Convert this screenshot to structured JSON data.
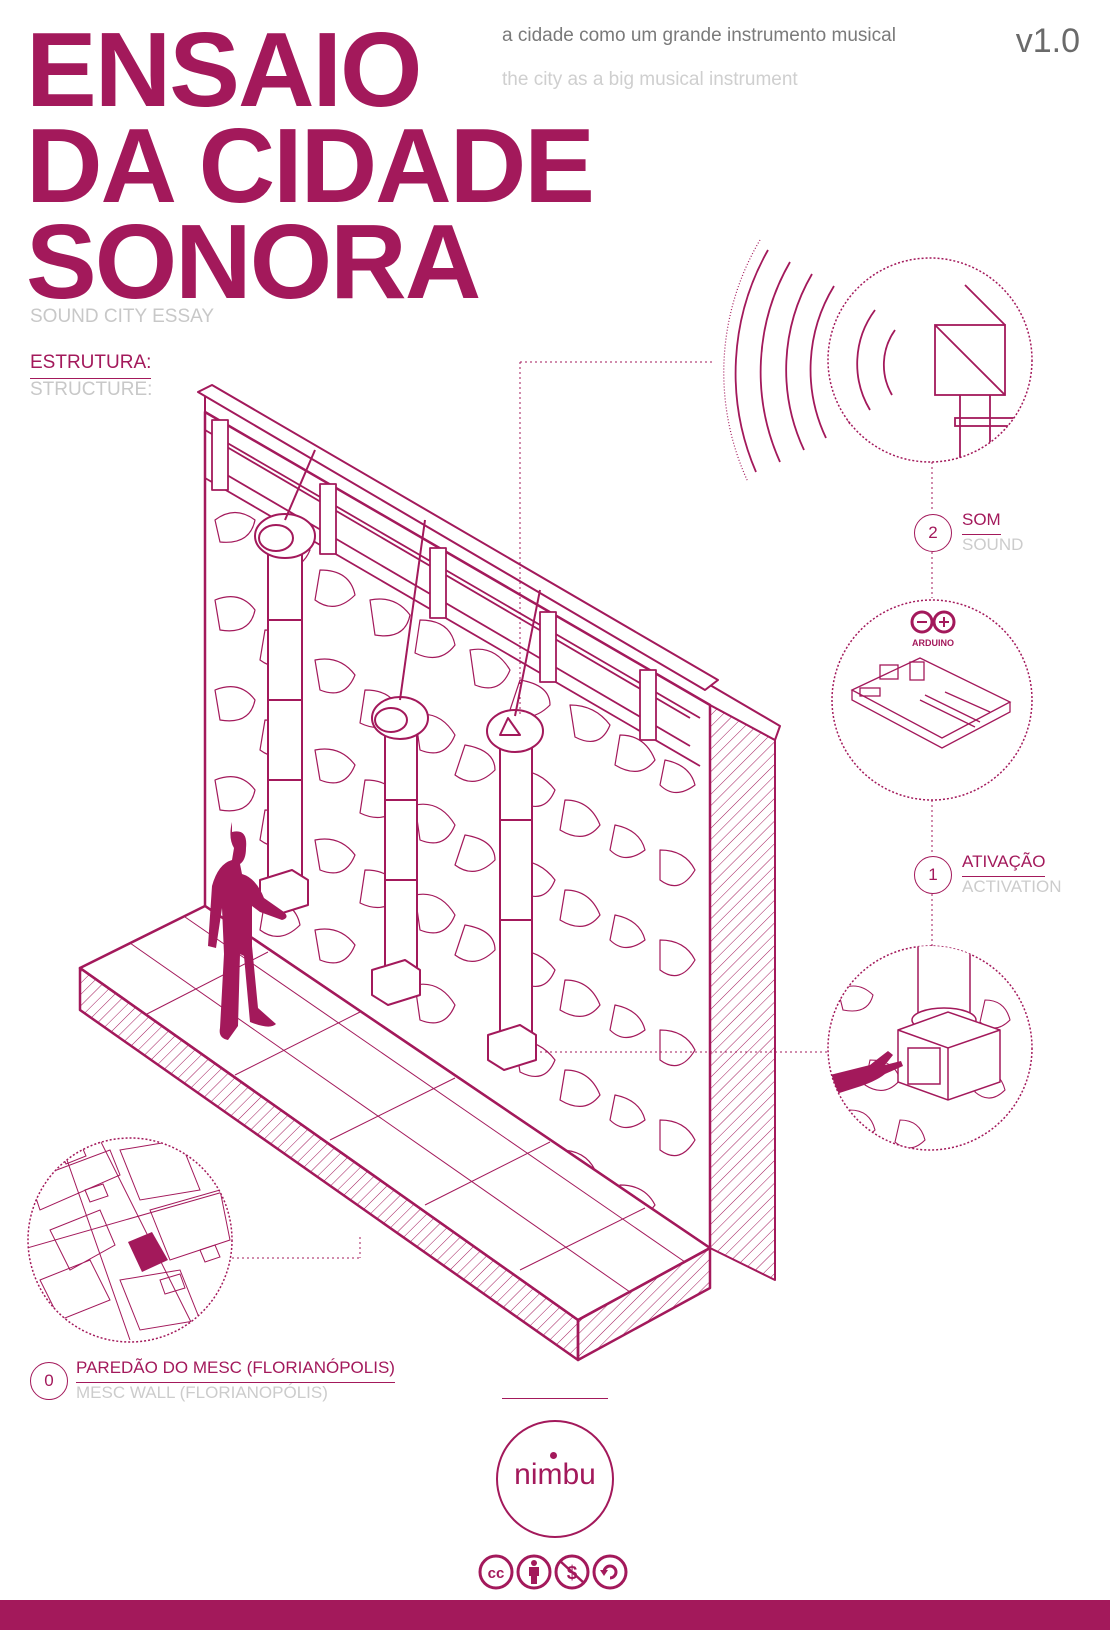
{
  "title": {
    "line1": "ENSAIO",
    "line2": "DA CIDADE",
    "line3": "SONORA"
  },
  "subtitle_en": "SOUND CITY ESSAY",
  "tagline_pt": "a cidade como um grande instrumento musical",
  "tagline_en": "the city as a big musical instrument",
  "version": "v1.0",
  "structure": {
    "pt": "ESTRUTURA:",
    "en": "STRUCTURE:"
  },
  "labels": [
    {
      "num": "2",
      "pt": "SOM",
      "en": "SOUND"
    },
    {
      "num": "1",
      "pt": "ATIVAÇÃO",
      "en": "ACTIVATION"
    },
    {
      "num": "0",
      "pt": "PAREDÃO DO MESC (FLORIANÓPOLIS)",
      "en": "MESC WALL (FLORIANOPÓLIS)"
    }
  ],
  "arduino_label": "ARDUINO",
  "logo_text": "nimbu",
  "license_icons": [
    "cc-icon",
    "by-icon",
    "nc-icon",
    "sa-icon"
  ],
  "colors": {
    "accent": "#a3195b",
    "text_gray": "#7a7a7a",
    "light_gray": "#cccccc"
  }
}
